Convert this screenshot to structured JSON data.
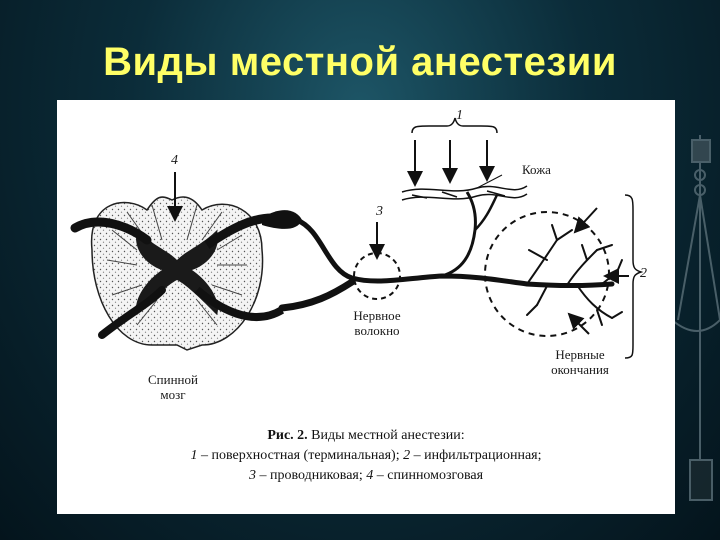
{
  "slide": {
    "title": "Виды местной анестезии"
  },
  "figure": {
    "markers": {
      "m1": "1",
      "m2": "2",
      "m3": "3",
      "m4": "4"
    },
    "labels": {
      "skin": "Кожа",
      "nerve_fiber_line1": "Нервное",
      "nerve_fiber_line2": "волокно",
      "spinal_cord_line1": "Спинной",
      "spinal_cord_line2": "мозг",
      "nerve_endings_line1": "Нервные",
      "nerve_endings_line2": "окончания"
    },
    "caption": {
      "title": "Рис. 2.",
      "title_rest": " Виды местной анестезии:",
      "n1": "1",
      "t1": " – поверхностная (терминальная); ",
      "n2": "2",
      "t2": " – инфильтрационная;",
      "n3": "3",
      "t3": " – проводниковая; ",
      "n4": "4",
      "t4": " – спинномозговая"
    }
  },
  "colors": {
    "background": "#0b2c39",
    "title": "#ffff66",
    "panel": "#ffffff",
    "ink": "#111111"
  },
  "icons": {
    "decoration": "scales-of-justice-icon"
  }
}
